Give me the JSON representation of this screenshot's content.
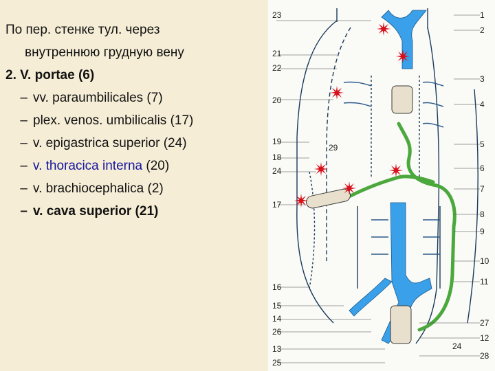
{
  "text_lines": [
    {
      "text": "По пер. стенке тул. через",
      "indent": 8,
      "bold": false,
      "dash": false,
      "color": "#111111"
    },
    {
      "text": "внутреннюю грудную вену",
      "indent": 36,
      "bold": false,
      "dash": false,
      "color": "#111111"
    },
    {
      "text": "2. V. portae (6)",
      "indent": 8,
      "bold": true,
      "dash": false,
      "color": "#111111"
    },
    {
      "text": "vv. paraumbilicales (7)",
      "indent": 0,
      "bold": false,
      "dash": true,
      "color": "#111111"
    },
    {
      "text": "plex. venos. umbilicalis (17)",
      "indent": 0,
      "bold": false,
      "dash": true,
      "color": "#111111"
    },
    {
      "text": "v. epigastrica superior (24)",
      "indent": 0,
      "bold": false,
      "dash": true,
      "color": "#111111"
    },
    {
      "text": "v. thoracica interna",
      "suffix": " (20)",
      "indent": 0,
      "bold": false,
      "dash": true,
      "color": "#1515a0"
    },
    {
      "text": "v. brachiocephalica (2)",
      "indent": 0,
      "bold": false,
      "dash": true,
      "color": "#111111"
    },
    {
      "text": "v. cava superior (21)",
      "indent": 0,
      "bold": true,
      "dash": true,
      "color": "#111111"
    }
  ],
  "dash_char": "–",
  "diagram": {
    "left_labels": [
      "23",
      "21",
      "22",
      "20",
      "19",
      "18",
      "24",
      "17",
      "16",
      "15",
      "14",
      "26",
      "13",
      "25"
    ],
    "right_labels": [
      "1",
      "2",
      "3",
      "4",
      "5",
      "6",
      "7",
      "8",
      "9",
      "10",
      "11",
      "27",
      "12",
      "28"
    ],
    "inner_label": "29",
    "page_number": "24"
  },
  "colors": {
    "vein_blue": "#3aa0ea",
    "anastomosis_green": "#4aa83c",
    "star_red": "#d8101c",
    "outline": "#1a3a5a"
  }
}
